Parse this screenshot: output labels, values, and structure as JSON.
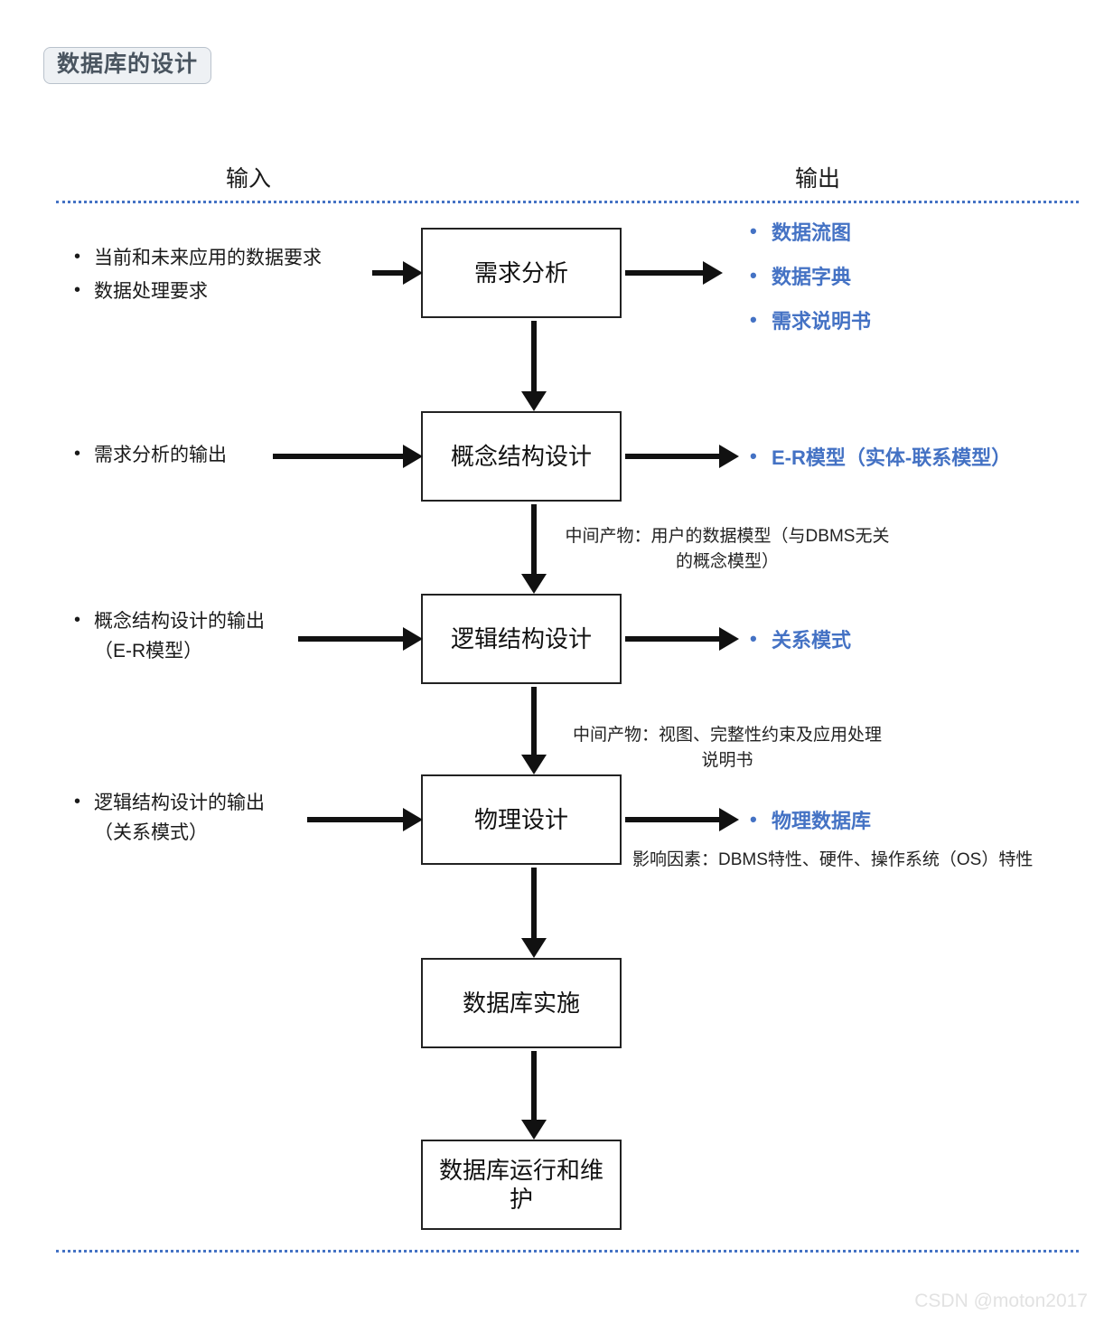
{
  "title": "数据库的设计",
  "columns": {
    "input_header": "输入",
    "output_header": "输出"
  },
  "colors": {
    "accent_blue": "#4472C4",
    "box_border": "#222222",
    "badge_bg": "#EEF1F4",
    "badge_border": "#B9C2CC",
    "badge_text": "#4A5560",
    "watermark": "#E2E2E2"
  },
  "stages": [
    {
      "box_label": "需求分析",
      "inputs": [
        "当前和未来应用的数据要求",
        "数据处理要求"
      ],
      "outputs": [
        "数据流图",
        "数据字典",
        "需求说明书"
      ]
    },
    {
      "box_label": "概念结构设计",
      "inputs": [
        "需求分析的输出"
      ],
      "outputs": [
        "E-R模型（实体-联系模型）"
      ]
    },
    {
      "box_label": "逻辑结构设计",
      "inputs": [
        "概念结构设计的输出",
        "（E-R模型）"
      ],
      "outputs": [
        "关系模式"
      ]
    },
    {
      "box_label": "物理设计",
      "inputs": [
        "逻辑结构设计的输出",
        "（关系模式）"
      ],
      "outputs": [
        "物理数据库"
      ]
    },
    {
      "box_label": "数据库实施",
      "inputs": [],
      "outputs": []
    },
    {
      "box_label": "数据库运行和维护",
      "inputs": [],
      "outputs": []
    }
  ],
  "notes": {
    "intermediate_1_line1": "中间产物：用户的数据模型（与DBMS无关",
    "intermediate_1_line2": "的概念模型）",
    "intermediate_2_line1": "中间产物：视图、完整性约束及应用处理",
    "intermediate_2_line2": "说明书",
    "factors": "影响因素：DBMS特性、硬件、操作系统（OS）特性"
  },
  "watermark": "CSDN @moton2017"
}
